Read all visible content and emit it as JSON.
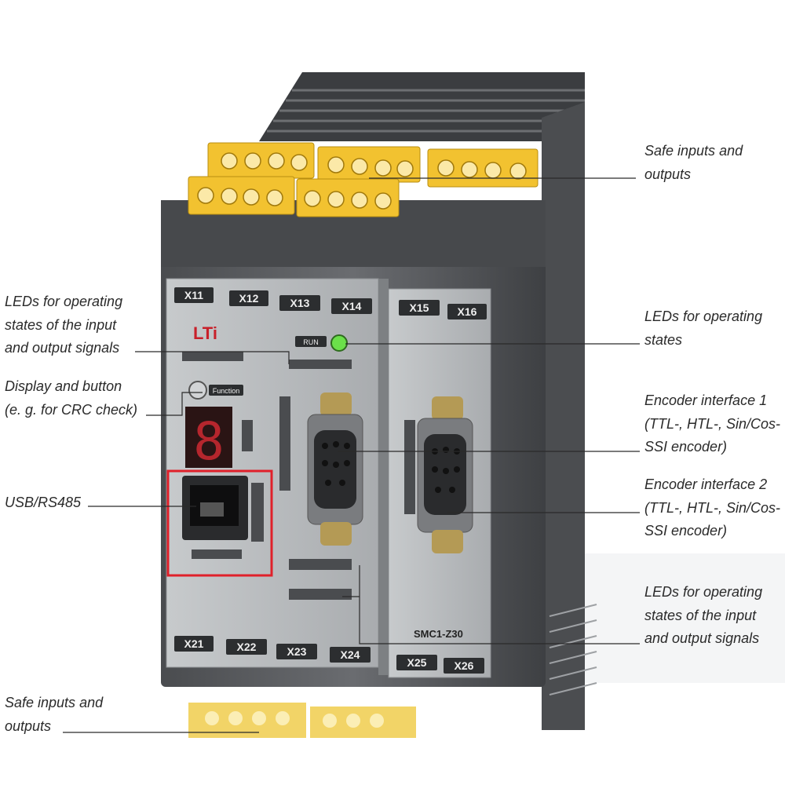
{
  "callouts": {
    "safe_io_top": [
      "Safe inputs and",
      "outputs"
    ],
    "leds_io_left": [
      "LEDs for operating",
      "states of the input",
      "and output signals"
    ],
    "display_button": [
      "Display and button",
      "(e. g. for CRC check)"
    ],
    "usb": [
      "USB/RS485"
    ],
    "safe_io_bottom": [
      "Safe inputs and",
      "outputs"
    ],
    "leds_states": [
      "LEDs for operating",
      "states"
    ],
    "encoder1": [
      "Encoder interface 1",
      "(TTL-, HTL-, Sin/Cos-",
      "SSI encoder)"
    ],
    "encoder2": [
      "Encoder interface 2",
      "(TTL-, HTL-, Sin/Cos-",
      "SSI encoder)"
    ],
    "leds_io_right": [
      "LEDs for operating",
      "states of the input",
      "and output signals"
    ]
  },
  "device": {
    "brand": "LTi",
    "run_label": "RUN",
    "function_label": "Function",
    "display_digit": "8",
    "model": "SMC1-Z30",
    "top_connectors": [
      "X11",
      "X12",
      "X13",
      "X14",
      "X15",
      "X16"
    ],
    "bottom_connectors": [
      "X21",
      "X22",
      "X23",
      "X24",
      "X25",
      "X26"
    ]
  },
  "colors": {
    "highlight": "#e0202a",
    "terminal": "#f2c230",
    "housing": "#5b5d60",
    "panel": "#b9bcbf",
    "led": "#6be04a"
  }
}
